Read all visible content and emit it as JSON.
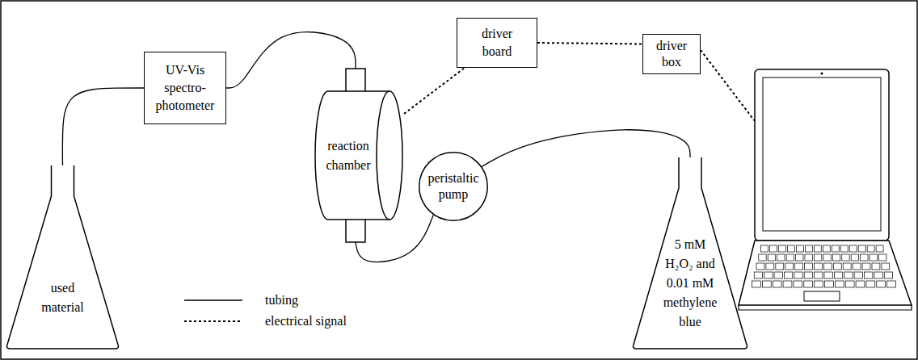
{
  "diagram": {
    "nodes": [
      {
        "text": [
          "used material"
        ]
      },
      {
        "text": [
          "UV-Vis spectro- photometer"
        ]
      },
      {
        "text": [
          "driver board"
        ]
      },
      {
        "text": [
          "driver box"
        ]
      },
      {
        "text": [
          "reaction chamber"
        ]
      },
      {
        "text": [
          "peristaltic pump"
        ]
      },
      {
        "text": [
          "5 mM H₂O₂ and 0.01 mM methylene blue"
        ]
      }
    ],
    "edges": [
      {
        "from": 6,
        "to": 5,
        "arrow": "none"
      },
      {
        "from": 5,
        "to": 4,
        "arrow": "none"
      },
      {
        "from": 4,
        "to": 1,
        "arrow": "none"
      },
      {
        "from": 1,
        "to": 0,
        "arrow": "none"
      },
      {
        "from": 4,
        "to": 2,
        "arrow": "none"
      },
      {
        "from": 2,
        "to": 3,
        "arrow": "none"
      }
    ],
    "legend": [
      {
        "text": "tubing"
      },
      {
        "text": "electrical signal"
      }
    ]
  }
}
